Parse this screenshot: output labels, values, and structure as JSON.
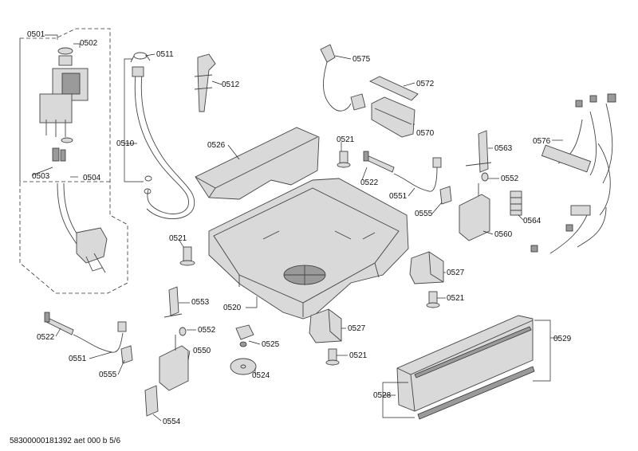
{
  "diagram": {
    "footer": "58300000181392 aet 000 b 5/6",
    "labels": {
      "p0501": "0501",
      "p0502": "0502",
      "p0503": "0503",
      "p0504": "0504",
      "p0510": "0510",
      "p0511": "0511",
      "p0512": "0512",
      "p0520": "0520",
      "p0521a": "0521",
      "p0521b": "0521",
      "p0521c": "0521",
      "p0521d": "0521",
      "p0522a": "0522",
      "p0522b": "0522",
      "p0524": "0524",
      "p0525": "0525",
      "p0526": "0526",
      "p0527a": "0527",
      "p0527b": "0527",
      "p0528": "0528",
      "p0529": "0529",
      "p0550": "0550",
      "p0551a": "0551",
      "p0551b": "0551",
      "p0552a": "0552",
      "p0552b": "0552",
      "p0553": "0553",
      "p0554": "0554",
      "p0555a": "0555",
      "p0555b": "0555",
      "p0560": "0560",
      "p0563": "0563",
      "p0564": "0564",
      "p0570": "0570",
      "p0572": "0572",
      "p0575": "0575",
      "p0576": "0576"
    }
  }
}
